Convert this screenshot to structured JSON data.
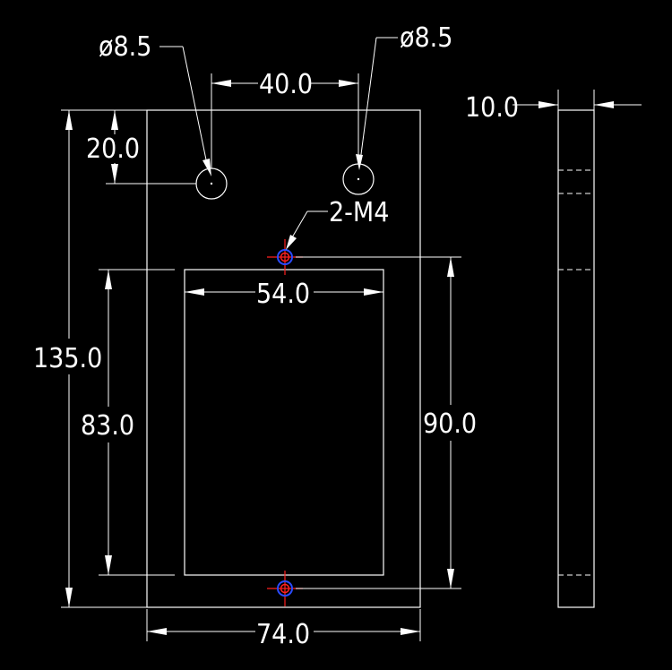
{
  "drawing": {
    "background_color": "#000000",
    "line_color": "#ffffff",
    "center_mark_color": "#ff2020",
    "tap_circle_color": "#2a4bff"
  },
  "dimensions": {
    "hole_dia_left": "ø8.5",
    "hole_dia_right": "ø8.5",
    "hole_spacing": "40.0",
    "hole_offset_top": "20.0",
    "tapped_holes": "2-M4",
    "window_width": "54.0",
    "overall_height": "135.0",
    "window_height": "83.0",
    "tap_spacing": "90.0",
    "overall_width": "74.0",
    "thickness": "10.0"
  }
}
